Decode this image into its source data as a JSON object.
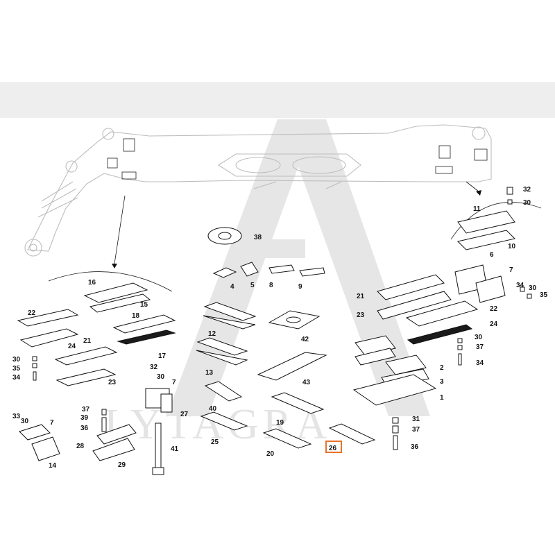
{
  "watermark": {
    "text": "LYTAGRA"
  },
  "callouts": [
    "1",
    "2",
    "3",
    "4",
    "5",
    "6",
    "7",
    "8",
    "9",
    "10",
    "11",
    "12",
    "13",
    "14",
    "15",
    "16",
    "17",
    "18",
    "19",
    "20",
    "21",
    "22",
    "23",
    "24",
    "25",
    "26",
    "27",
    "28",
    "29",
    "30",
    "31",
    "32",
    "33",
    "34",
    "35",
    "36",
    "37",
    "38",
    "39",
    "40",
    "41",
    "42",
    "43"
  ],
  "highlighted_callout": "26",
  "colors": {
    "highlight": "#e8732a",
    "band": "#eeeeee",
    "watermark": "#e6e6e6",
    "boom": "#bdbdbd"
  }
}
